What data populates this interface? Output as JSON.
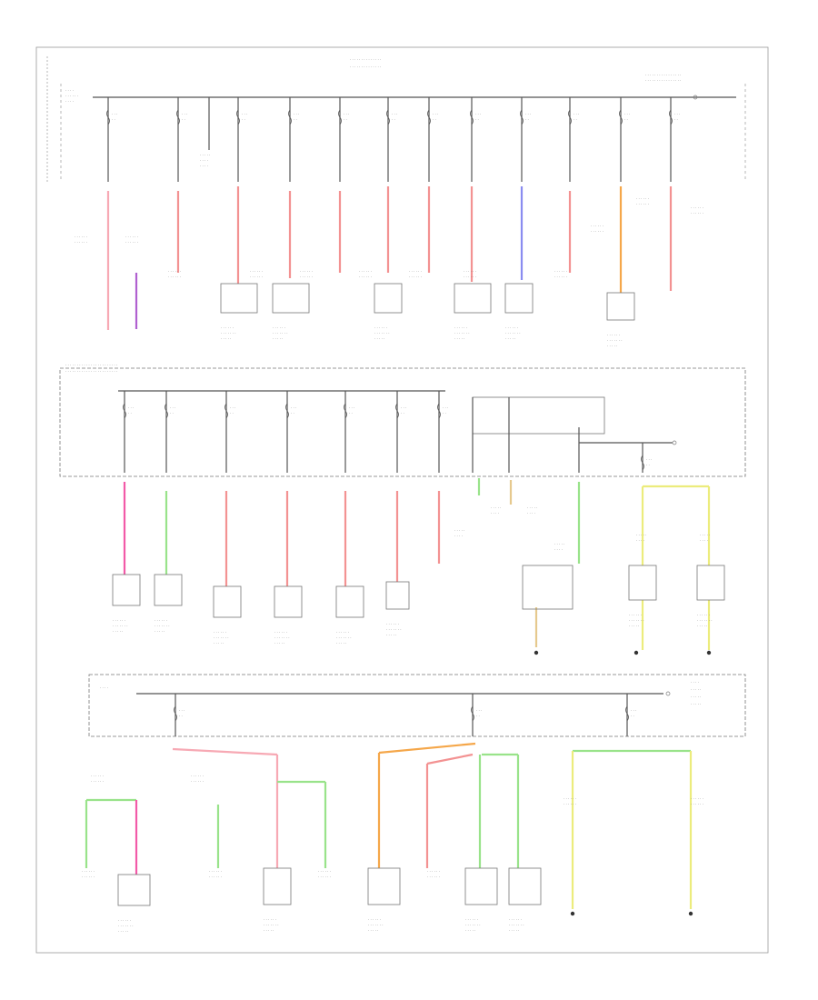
{
  "page": {
    "label": "",
    "footer": ""
  },
  "colors": {
    "background": "#ffffff",
    "frame": "#999999",
    "wire_dark": "#555555",
    "pink": "#f7a9b4",
    "red": "#f39292",
    "violet": "#b060d0",
    "blue": "#8a8cf0",
    "orange": "#f5a74a",
    "green": "#99e38a",
    "yellow": "#ecec7c",
    "tan": "#e6c98e",
    "hot_pink": "#f25aa8"
  },
  "sections": [
    {
      "id": "top-fuse-box",
      "wire_count": 12
    },
    {
      "id": "middle-fuse-box",
      "wire_count": 10
    },
    {
      "id": "bottom-fuse-box",
      "wire_count": 3
    }
  ]
}
